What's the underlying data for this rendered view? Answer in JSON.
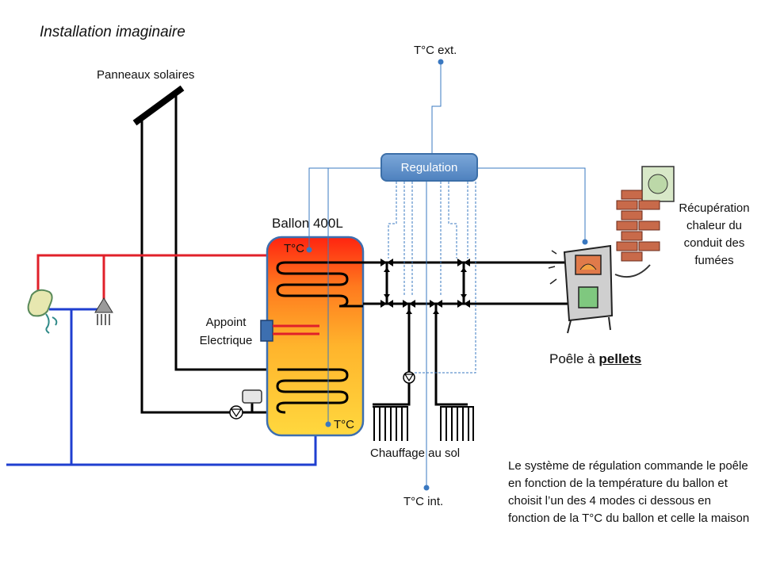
{
  "title": "Installation imaginaire",
  "labels": {
    "panneaux": "Panneaux solaires",
    "tc_ext": "T°C ext.",
    "regulation": "Regulation",
    "ballon": "Ballon 400L",
    "tc_top": "T°C",
    "tc_bottom": "T°C",
    "appoint_line1": "Appoint",
    "appoint_line2": "Electrique",
    "recuperation_line1": "Récupération",
    "recuperation_line2": "chaleur du",
    "recuperation_line3": "conduit des",
    "recuperation_line4": "fumées",
    "poele_prefix": "Poêle à ",
    "poele_strong": "pellets",
    "chauffage": "Chauffage au sol",
    "tc_int": "T°C int.",
    "description": "Le système de régulation commande le poêle en fonction de la température du ballon et choisit l’un des 4 modes ci dessous en fonction de la T°C du ballon et celle la maison"
  },
  "colors": {
    "hot_pipe": "#e0202a",
    "cold_pipe": "#1f3fd0",
    "black_pipe": "#000000",
    "signal": "#3a78c0",
    "tank_top": "#ff2a10",
    "tank_bottom": "#ffd23a",
    "tank_border": "#3d6fb0"
  }
}
